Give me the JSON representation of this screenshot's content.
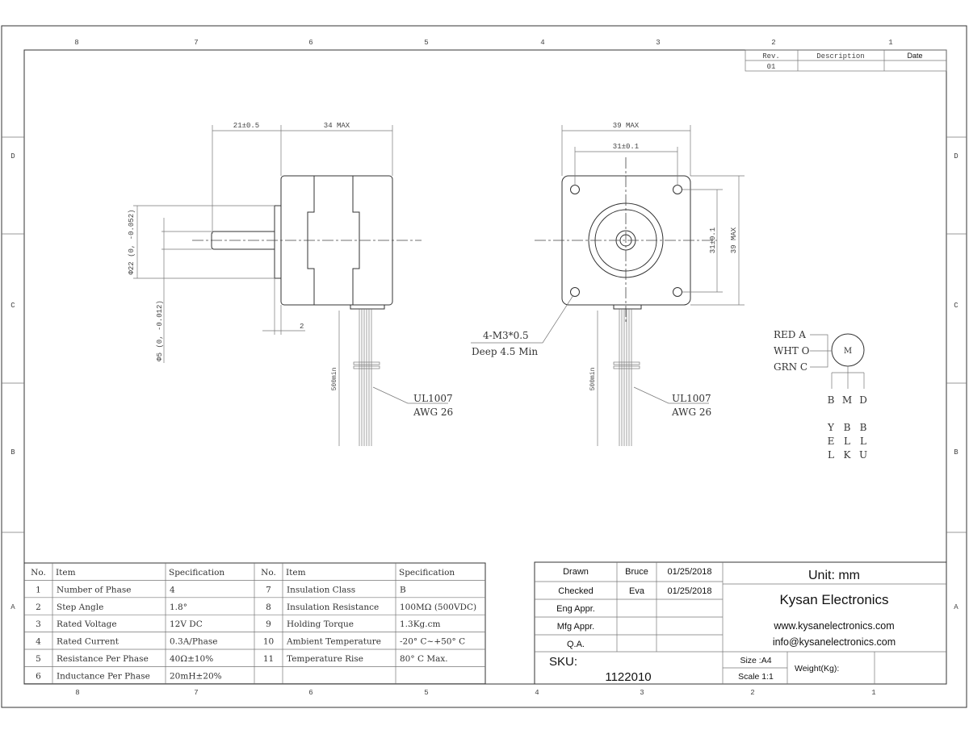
{
  "zones": {
    "columns": [
      "8",
      "7",
      "6",
      "5",
      "4",
      "3",
      "2",
      "1"
    ],
    "rows": [
      "D",
      "C",
      "B",
      "A"
    ]
  },
  "revision": {
    "headers": [
      "Rev.",
      "Description",
      "Date"
    ],
    "rows": [
      [
        "01",
        "",
        ""
      ]
    ]
  },
  "side_view": {
    "dim_shaft_length": "21±0.5",
    "dim_body_length": "34 MAX",
    "dim_flange_dia": "Φ22 (0, -0.052)",
    "dim_shaft_dia": "Φ5 (0, -0.012)",
    "dim_flange_thickness": "2",
    "dim_lead_length": "500min",
    "wire_label_1": "UL1007",
    "wire_label_2": "AWG 26"
  },
  "front_view": {
    "dim_width": "39 MAX",
    "dim_hole_spacing": "31±0.1",
    "dim_hole_spacing_v": "31±0.1",
    "dim_height": "39 MAX",
    "hole_note_1": "4-M3*0.5",
    "hole_note_2": "Deep 4.5 Min",
    "dim_lead_length": "500min",
    "wire_label_1": "UL1007",
    "wire_label_2": "AWG 26"
  },
  "wiring": {
    "motor_label": "M",
    "leads": [
      "RED A",
      "WHT O",
      "GRN C"
    ],
    "bottom_letters": [
      "B",
      "M",
      "D"
    ],
    "color_rows": [
      [
        "Y",
        "B",
        "B"
      ],
      [
        "E",
        "L",
        "L"
      ],
      [
        "L",
        "K",
        "U"
      ]
    ]
  },
  "spec_table": {
    "headers": [
      "No.",
      "Item",
      "Specification",
      "No.",
      "Item",
      "Specification"
    ],
    "rows": [
      [
        "1",
        "Number of Phase",
        "4",
        "7",
        "Insulation Class",
        "B"
      ],
      [
        "2",
        "Step Angle",
        "1.8°",
        "8",
        "Insulation Resistance",
        "100MΩ (500VDC)"
      ],
      [
        "3",
        "Rated Voltage",
        "12V DC",
        "9",
        "Holding Torque",
        "1.3Kg.cm"
      ],
      [
        "4",
        "Rated Current",
        "0.3A/Phase",
        "10",
        "Ambient Temperature",
        "-20° C~+50° C"
      ],
      [
        "5",
        "Resistance Per Phase",
        "40Ω±10%",
        "11",
        "Temperature Rise",
        "80° C Max."
      ],
      [
        "6",
        "Inductance Per Phase",
        "20mH±20%",
        "",
        "",
        ""
      ]
    ]
  },
  "title_block": {
    "approvals": [
      [
        "Drawn",
        "Bruce",
        "01/25/2018"
      ],
      [
        "Checked",
        "Eva",
        "01/25/2018"
      ],
      [
        "Eng Appr.",
        "",
        ""
      ],
      [
        "Mfg Appr.",
        "",
        ""
      ],
      [
        "Q.A.",
        "",
        ""
      ]
    ],
    "unit": "Unit: mm",
    "company": "Kysan Electronics",
    "website": "www.kysanelectronics.com",
    "email": "info@kysanelectronics.com",
    "sku_label": "SKU:",
    "sku": "1122010",
    "size": "Size :A4",
    "scale": "Scale 1:1",
    "weight_label": "Weight(Kg):",
    "weight_value": ""
  }
}
